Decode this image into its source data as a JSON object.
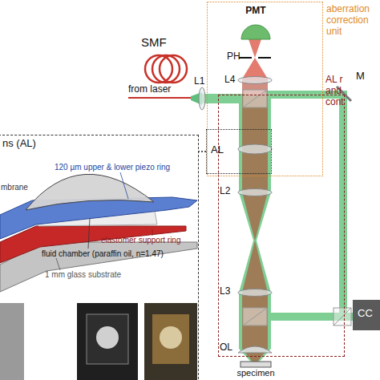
{
  "diagram": {
    "nodes": [
      {
        "text": [
          "aberration correction unit"
        ]
      },
      {
        "text": [
          "PMT"
        ],
        "in": 0
      },
      {
        "text": [
          "AL"
        ],
        "in": 0
      },
      {
        "text": [
          "AL r and cont"
        ]
      },
      {
        "text": [
          "CC"
        ]
      },
      {
        "text": [
          "ns (AL)"
        ]
      },
      {
        "text": [
          "specimen"
        ]
      }
    ],
    "edges": [
      {
        "from": 2,
        "to": 5,
        "arrow": "none"
      }
    ],
    "labels": [
      "PH",
      "L4",
      "SMF",
      "from laser",
      "L1",
      "M",
      "L2",
      "L3",
      "OL",
      "120 µm upper & lower piezo ring",
      "mbrane",
      "elastomer support ring",
      "fluid chamber (paraffin oil, n=1.47)",
      "1 mm glass substrate"
    ]
  }
}
